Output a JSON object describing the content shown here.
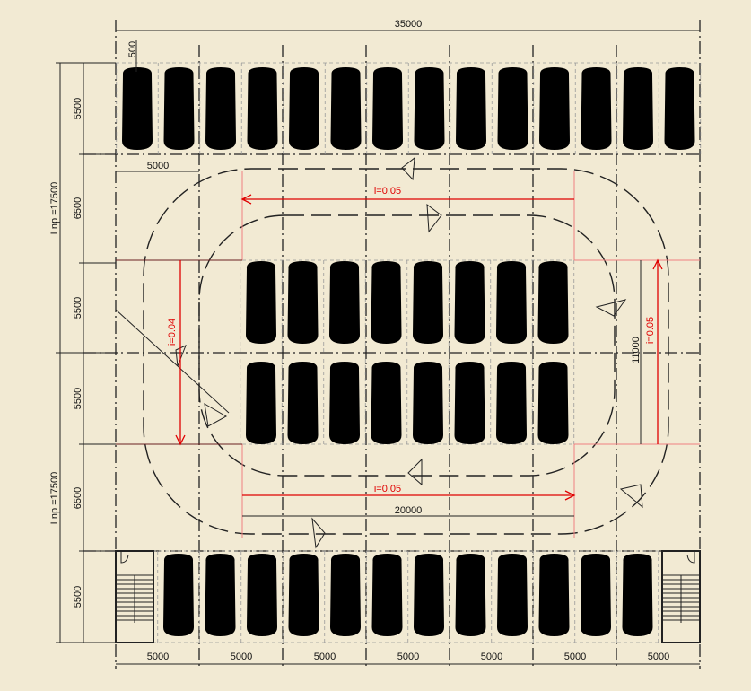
{
  "title": "Parking level plan",
  "dimensions": {
    "overall_width": "35000",
    "offset": "500",
    "bay_top": "5000",
    "ramp_span": "20000",
    "ramp_height": "11000",
    "left_rows": [
      "5500",
      "6500",
      "5500",
      "5500",
      "6500",
      "5500"
    ],
    "ramp_lengths": [
      "Lnp =17500",
      "Lnp =17500"
    ],
    "bottom_bays": [
      "5000",
      "5000",
      "5000",
      "5000",
      "5000",
      "5000",
      "5000"
    ]
  },
  "slopes": {
    "top": "i=0.05",
    "bottom": "i=0.05",
    "left": "i=0.04",
    "right": "i=0.05"
  },
  "stalls": {
    "top_row": 14,
    "middle_upper_row": 8,
    "middle_lower_row": 8,
    "bottom_row": 12
  },
  "colors": {
    "background": "#f2ead3",
    "car": "#1010ee",
    "slope": "#e00000"
  }
}
